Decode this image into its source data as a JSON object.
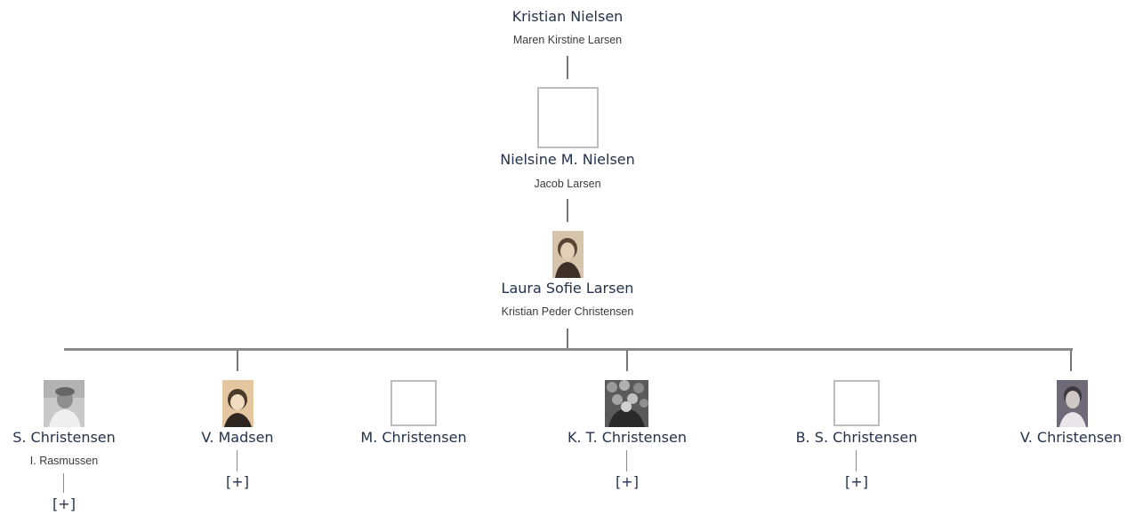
{
  "generations": [
    {
      "name": "Kristian Nielsen",
      "spouse": "Maren Kirstine Larsen",
      "photo": "none"
    },
    {
      "name": "Nielsine M. Nielsen",
      "spouse": "Jacob Larsen",
      "photo": "empty-frame"
    },
    {
      "name": "Laura Sofie Larsen",
      "spouse": "Kristian Peder Christensen",
      "photo": "sepia-portrait"
    }
  ],
  "children": [
    {
      "name": "S. Christensen",
      "spouse": "I. Rasmussen",
      "expand": "[+]",
      "photo": "grayscale-portrait"
    },
    {
      "name": "V. Madsen",
      "spouse": "",
      "expand": "[+]",
      "photo": "sepia-portrait"
    },
    {
      "name": "M. Christensen",
      "spouse": "",
      "expand": "",
      "photo": "empty-frame"
    },
    {
      "name": "K. T. Christensen",
      "spouse": "",
      "expand": "[+]",
      "photo": "group-photo"
    },
    {
      "name": "B. S. Christensen",
      "spouse": "",
      "expand": "[+]",
      "photo": "empty-frame"
    },
    {
      "name": "V. Christensen",
      "spouse": "",
      "expand": "",
      "photo": "grayscale-portrait"
    }
  ],
  "colors": {
    "link": "#24324b",
    "line": "#8a8a8a",
    "frame": "#bdbdbd"
  }
}
